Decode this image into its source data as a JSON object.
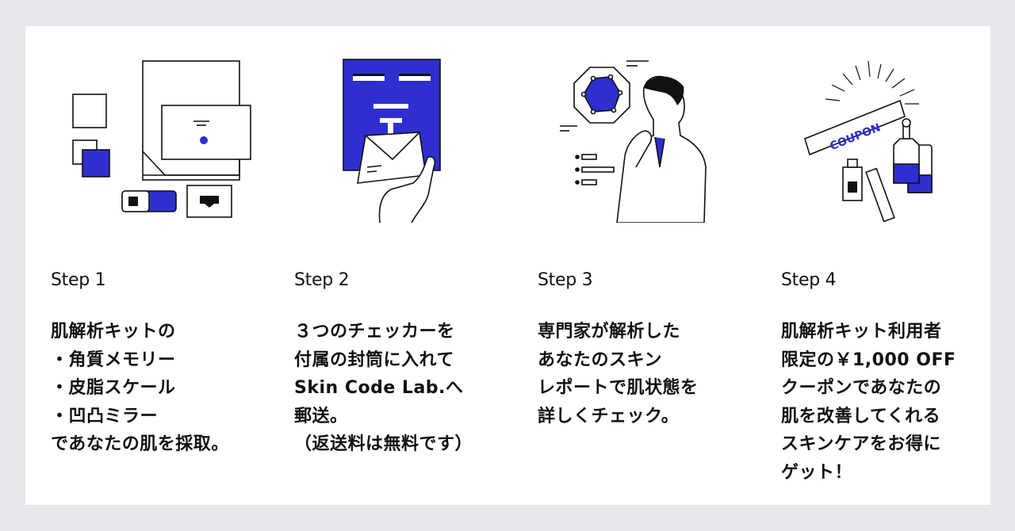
{
  "colors": {
    "accent": "#2f2fd0",
    "ink": "#111111",
    "page_bg": "#e6e8ec",
    "panel_bg": "#ffffff"
  },
  "steps": [
    {
      "title": "Step 1",
      "illustration": "skin-kit-icon",
      "description": "肌解析キットの\n・角質メモリー\n・皮脂スケール\n・凹凸ミラー\nであなたの肌を採取。"
    },
    {
      "title": "Step 2",
      "illustration": "mail-envelope-icon",
      "description": "３つのチェッカーを\n付属の封筒に入れて\nSkin Code Lab.へ\n郵送。\n（返送料は無料です）"
    },
    {
      "title": "Step 3",
      "illustration": "expert-analysis-icon",
      "description": "専門家が解析した\nあなたのスキン\nレポートで肌状態を\n詳しくチェック。"
    },
    {
      "title": "Step 4",
      "illustration": "coupon-skincare-icon",
      "coupon_text": "COUPON",
      "description": "肌解析キット利用者\n限定の￥1,000 OFF\nクーポンであなたの\n肌を改善してくれる\nスキンケアをお得に\nゲット！"
    }
  ]
}
